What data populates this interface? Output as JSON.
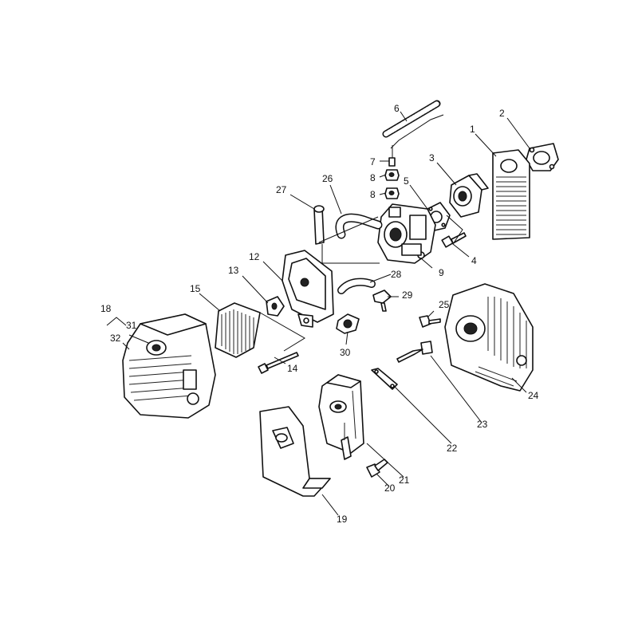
{
  "callouts": [
    {
      "id": "1",
      "label": "1"
    },
    {
      "id": "2",
      "label": "2"
    },
    {
      "id": "3",
      "label": "3"
    },
    {
      "id": "4",
      "label": "4"
    },
    {
      "id": "5",
      "label": "5"
    },
    {
      "id": "6",
      "label": "6"
    },
    {
      "id": "7",
      "label": "7"
    },
    {
      "id": "8a",
      "label": "8"
    },
    {
      "id": "8b",
      "label": "8"
    },
    {
      "id": "9",
      "label": "9"
    },
    {
      "id": "12",
      "label": "12"
    },
    {
      "id": "13",
      "label": "13"
    },
    {
      "id": "14",
      "label": "14"
    },
    {
      "id": "15",
      "label": "15"
    },
    {
      "id": "18",
      "label": "18"
    },
    {
      "id": "19",
      "label": "19"
    },
    {
      "id": "20",
      "label": "20"
    },
    {
      "id": "21",
      "label": "21"
    },
    {
      "id": "22",
      "label": "22"
    },
    {
      "id": "23",
      "label": "23"
    },
    {
      "id": "24",
      "label": "24"
    },
    {
      "id": "25",
      "label": "25"
    },
    {
      "id": "26",
      "label": "26"
    },
    {
      "id": "27",
      "label": "27"
    },
    {
      "id": "28",
      "label": "28"
    },
    {
      "id": "29",
      "label": "29"
    },
    {
      "id": "30",
      "label": "30"
    },
    {
      "id": "31",
      "label": "31"
    },
    {
      "id": "32",
      "label": "32"
    }
  ]
}
